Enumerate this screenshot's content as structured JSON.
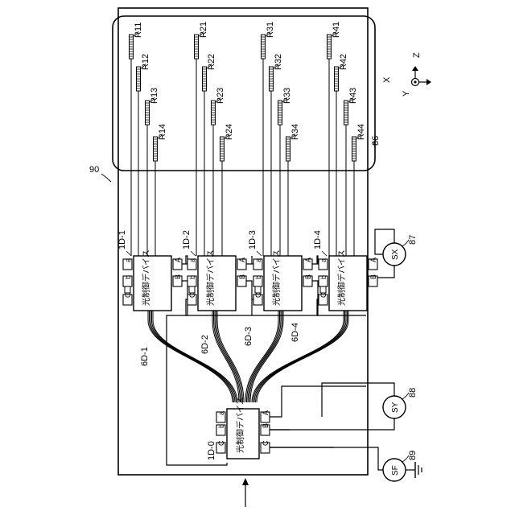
{
  "figure": {
    "ref_main": "90",
    "ref_region": "86",
    "axes": {
      "x": "X",
      "y": "Y",
      "z": "Z"
    },
    "device_text": "光制御デバイス",
    "ports": {
      "a": "a",
      "b": "b",
      "C": "C",
      "A": "A",
      "B": "B"
    },
    "devices": [
      {
        "id": "1D-1",
        "readers": [
          "R11",
          "R12",
          "R13",
          "R14"
        ],
        "cable": "6D-1"
      },
      {
        "id": "1D-2",
        "readers": [
          "R21",
          "R22",
          "R23",
          "R24"
        ],
        "cable": "6D-2"
      },
      {
        "id": "1D-3",
        "readers": [
          "R31",
          "R32",
          "R33",
          "R34"
        ],
        "cable": "6D-3"
      },
      {
        "id": "1D-4",
        "readers": [
          "R41",
          "R42",
          "R43",
          "R44"
        ],
        "cable": "6D-4"
      }
    ],
    "central": {
      "id": "1D-0"
    },
    "sources": [
      {
        "label": "SX",
        "ref": "87"
      },
      {
        "label": "SY",
        "ref": "88"
      },
      {
        "label": "SF",
        "ref": "89"
      }
    ]
  }
}
